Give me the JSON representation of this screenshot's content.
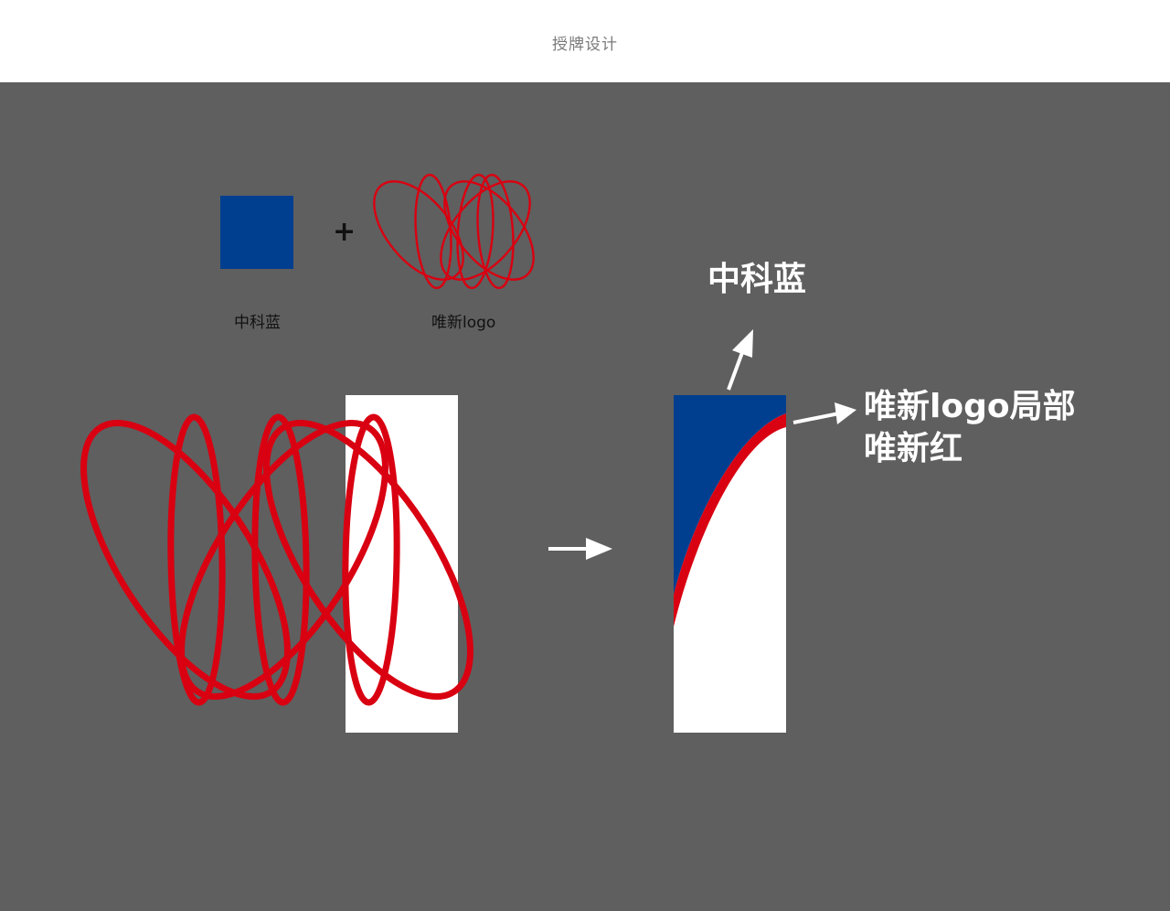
{
  "header": {
    "title": "授牌设计"
  },
  "legend": {
    "plus_sign": "+",
    "blue_label": "中科蓝",
    "logo_label": "唯新logo"
  },
  "annotations": {
    "top_label": "中科蓝",
    "side_label_line1": "唯新logo局部",
    "side_label_line2": "唯新红"
  },
  "colors": {
    "background": "#5f5f5f",
    "zhongke_blue": "#003f8f",
    "weixin_red": "#d90011",
    "plaque_white": "#ffffff"
  }
}
